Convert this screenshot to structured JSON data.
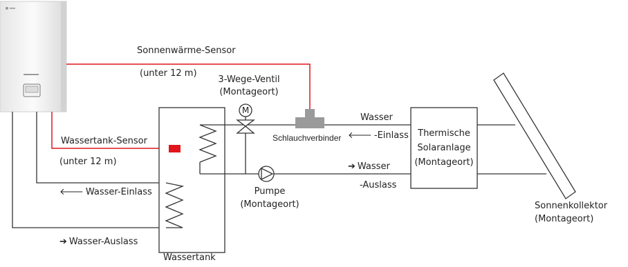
{
  "labels": {
    "sensor_solar": "Sonnenwärme-Sensor",
    "sensor_solar_dist": "(unter 12 m)",
    "valve_line1": "3-Wege-Ventil",
    "valve_line2": "(Montageort)",
    "valve_symbol": "M",
    "connector": "Schlauchverbinder",
    "water_in_top": "Wasser",
    "water_in_bottom": "-Einlass",
    "water_out_top": "Wasser",
    "water_out_bottom": "-Auslass",
    "solar_unit_line1": "Thermische",
    "solar_unit_line2": "Solaranlage",
    "solar_unit_line3": "(Montageort)",
    "sensor_tank": "Wassertank-Sensor",
    "sensor_tank_dist": "(unter 12 m)",
    "pump_line1": "Pumpe",
    "pump_line2": "(Montageort)",
    "collector_line1": "Sonnenkollektor",
    "collector_line2": "(Montageort)",
    "tank_inlet": "Wasser-Einlass",
    "tank_outlet": "Wasser-Auslass",
    "tank": "Wassertank"
  },
  "icons": {
    "arrow_left": "🡐",
    "arrow_right": "➔"
  },
  "colors": {
    "sensor_line": "#e0161c",
    "pipe": "#333333",
    "connector": "#9a9a9a",
    "unit_body": "#f2f2f2"
  }
}
